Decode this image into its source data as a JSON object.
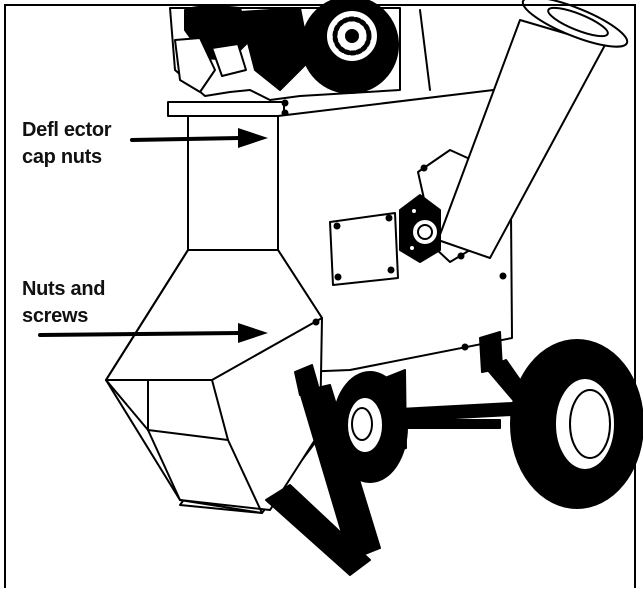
{
  "callouts": [
    {
      "id": "deflector-cap-nuts",
      "lines": [
        "Defl ector",
        "cap nuts"
      ]
    },
    {
      "id": "nuts-and-screws",
      "lines": [
        "Nuts and",
        "screws"
      ]
    }
  ],
  "colors": {
    "ink": "#000000",
    "paper": "#ffffff"
  },
  "icons": {
    "arrow": "right-pointing-callout-arrow"
  }
}
